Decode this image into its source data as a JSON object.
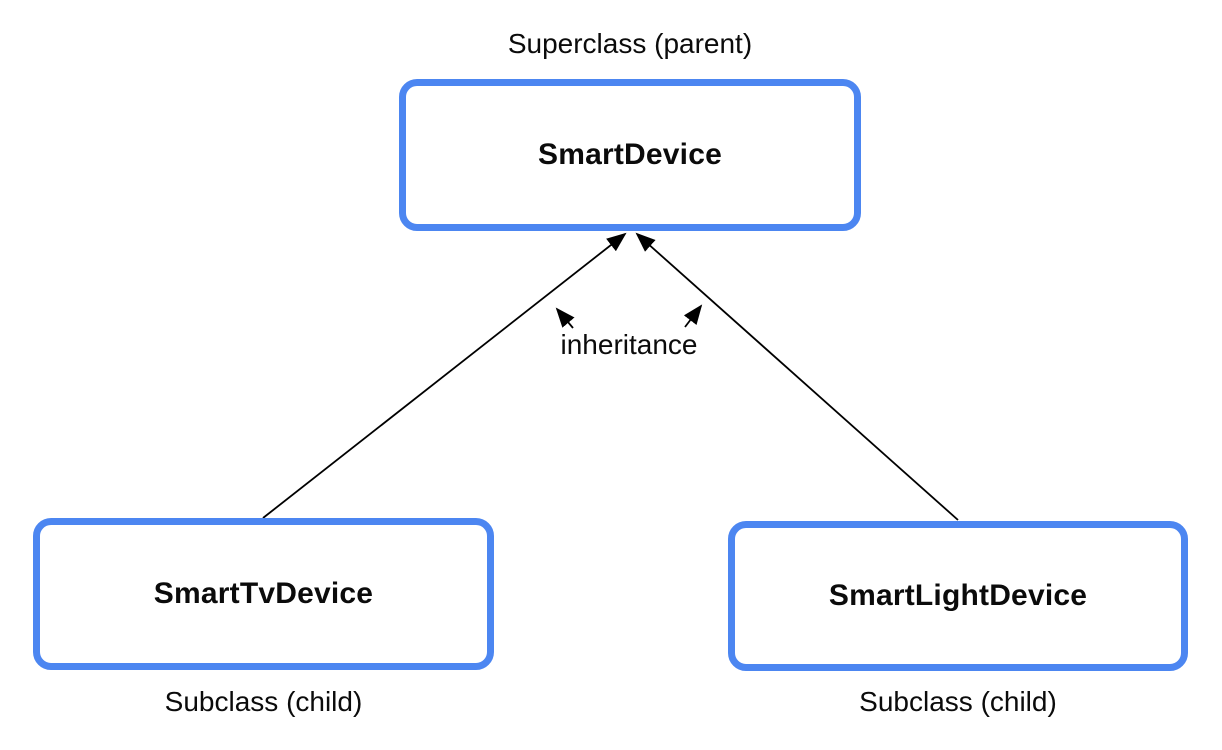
{
  "diagram": {
    "superclass": {
      "caption": "Superclass (parent)",
      "name": "SmartDevice"
    },
    "subclasses": [
      {
        "name": "SmartTvDevice",
        "caption": "Subclass (child)"
      },
      {
        "name": "SmartLightDevice",
        "caption": "Subclass (child)"
      }
    ],
    "relationship_label": "inheritance",
    "relationships": [
      {
        "from": "SmartTvDevice",
        "to": "SmartDevice",
        "type": "inheritance"
      },
      {
        "from": "SmartLightDevice",
        "to": "SmartDevice",
        "type": "inheritance"
      }
    ],
    "colors": {
      "box_border": "#4c86f1",
      "arrow": "#000000",
      "text": "#0b0b0b",
      "background": "#ffffff"
    }
  }
}
